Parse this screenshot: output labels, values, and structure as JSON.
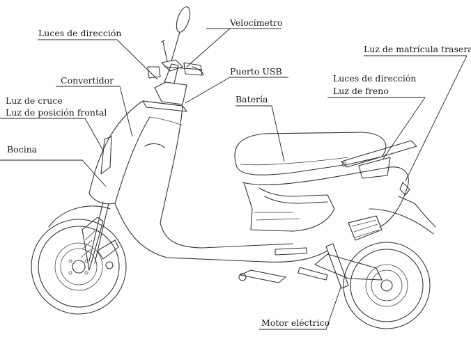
{
  "labels": {
    "luces_direccion_front": "Luces de dirección",
    "velocimetro": "Velocímetro",
    "luz_matricula": "Luz de matrícula trasera",
    "convertidor": "Convertidor",
    "puerto_usb": "Puerto USB",
    "luces_direccion_rear": "Luces de dirección",
    "luz_freno": "Luz de freno",
    "luz_cruce": "Luz de cruce",
    "luz_posicion": "Luz de posición frontal",
    "bateria": "Batería",
    "bocina": "Bocina",
    "motor": "Motor eléctrico"
  }
}
